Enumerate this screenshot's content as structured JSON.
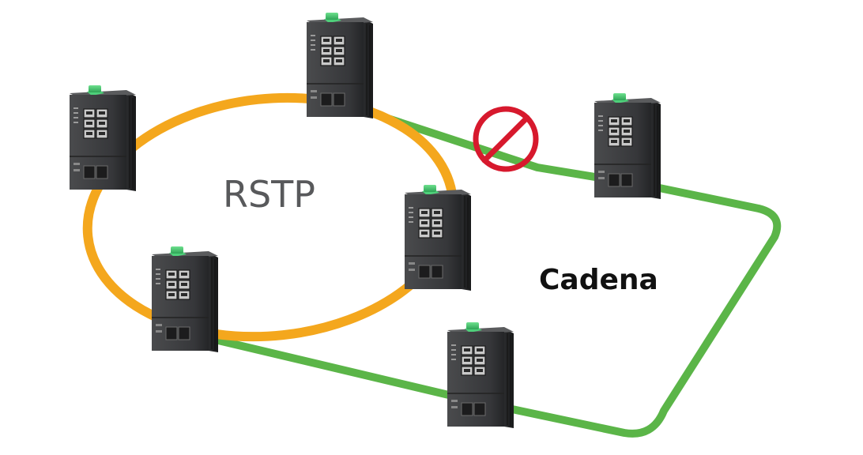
{
  "diagram": {
    "labels": {
      "ring": "RSTP",
      "chain": "Cadena"
    },
    "colors": {
      "ring": "#f4a71d",
      "chain": "#5bb548",
      "blocked": "#d7192d",
      "switch_body": "#3a3b3c",
      "switch_dark": "#232425",
      "switch_accent": "#3fbf6a",
      "text_ring": "#58595b",
      "text_chain": "#111111"
    },
    "nodes": [
      {
        "id": "switch-top",
        "ring": true,
        "chain": true
      },
      {
        "id": "switch-left",
        "ring": true,
        "chain": false
      },
      {
        "id": "switch-middle",
        "ring": true,
        "chain": false
      },
      {
        "id": "switch-bottom-left",
        "ring": true,
        "chain": true
      },
      {
        "id": "switch-right",
        "ring": false,
        "chain": true
      },
      {
        "id": "switch-bottom",
        "ring": false,
        "chain": true
      }
    ],
    "blocked_link": {
      "from": "switch-top",
      "to": "switch-right",
      "symbol": "no-entry-icon"
    }
  }
}
